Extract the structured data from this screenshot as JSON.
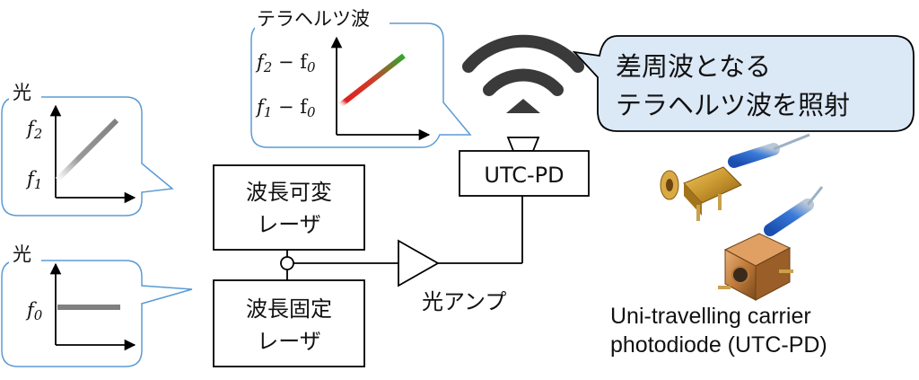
{
  "colors": {
    "bubble_border": "#5b9bd5",
    "callout_fill": "#dbe8f6",
    "box_border": "#000000",
    "wifi": "#3a3a3a",
    "gray_line": "#808080",
    "thz_red": "#e02020",
    "thz_green": "#2eaa2e"
  },
  "bubbles": {
    "thz": {
      "title": "テラヘルツ波",
      "upper_label_base": "f",
      "upper_label_sub": "2",
      "upper_label_rest": " − f",
      "upper_label_sub2": "0",
      "lower_label_base": "f",
      "lower_label_sub": "1",
      "lower_label_rest": " − f",
      "lower_label_sub2": "0"
    },
    "light1": {
      "title": "光",
      "upper_label_base": "f",
      "upper_label_sub": "2",
      "lower_label_base": "f",
      "lower_label_sub": "1"
    },
    "light2": {
      "title": "光",
      "label_base": "f",
      "label_sub": "0"
    }
  },
  "callout": {
    "line1": "差周波となる",
    "line2": "テラヘルツ波を照射"
  },
  "boxes": {
    "tunable_laser": {
      "line1": "波長可変",
      "line2": "レーザ"
    },
    "fixed_laser": {
      "line1": "波長固定",
      "line2": "レーザ"
    },
    "utc_pd": "UTC-PD"
  },
  "amp_label": "光アンプ",
  "photo_caption": {
    "line1": "Uni-travelling carrier",
    "line2": "photodiode (UTC-PD)"
  },
  "icons": {
    "wifi": "wifi-icon",
    "photo": "utc-pd-module-photo"
  }
}
